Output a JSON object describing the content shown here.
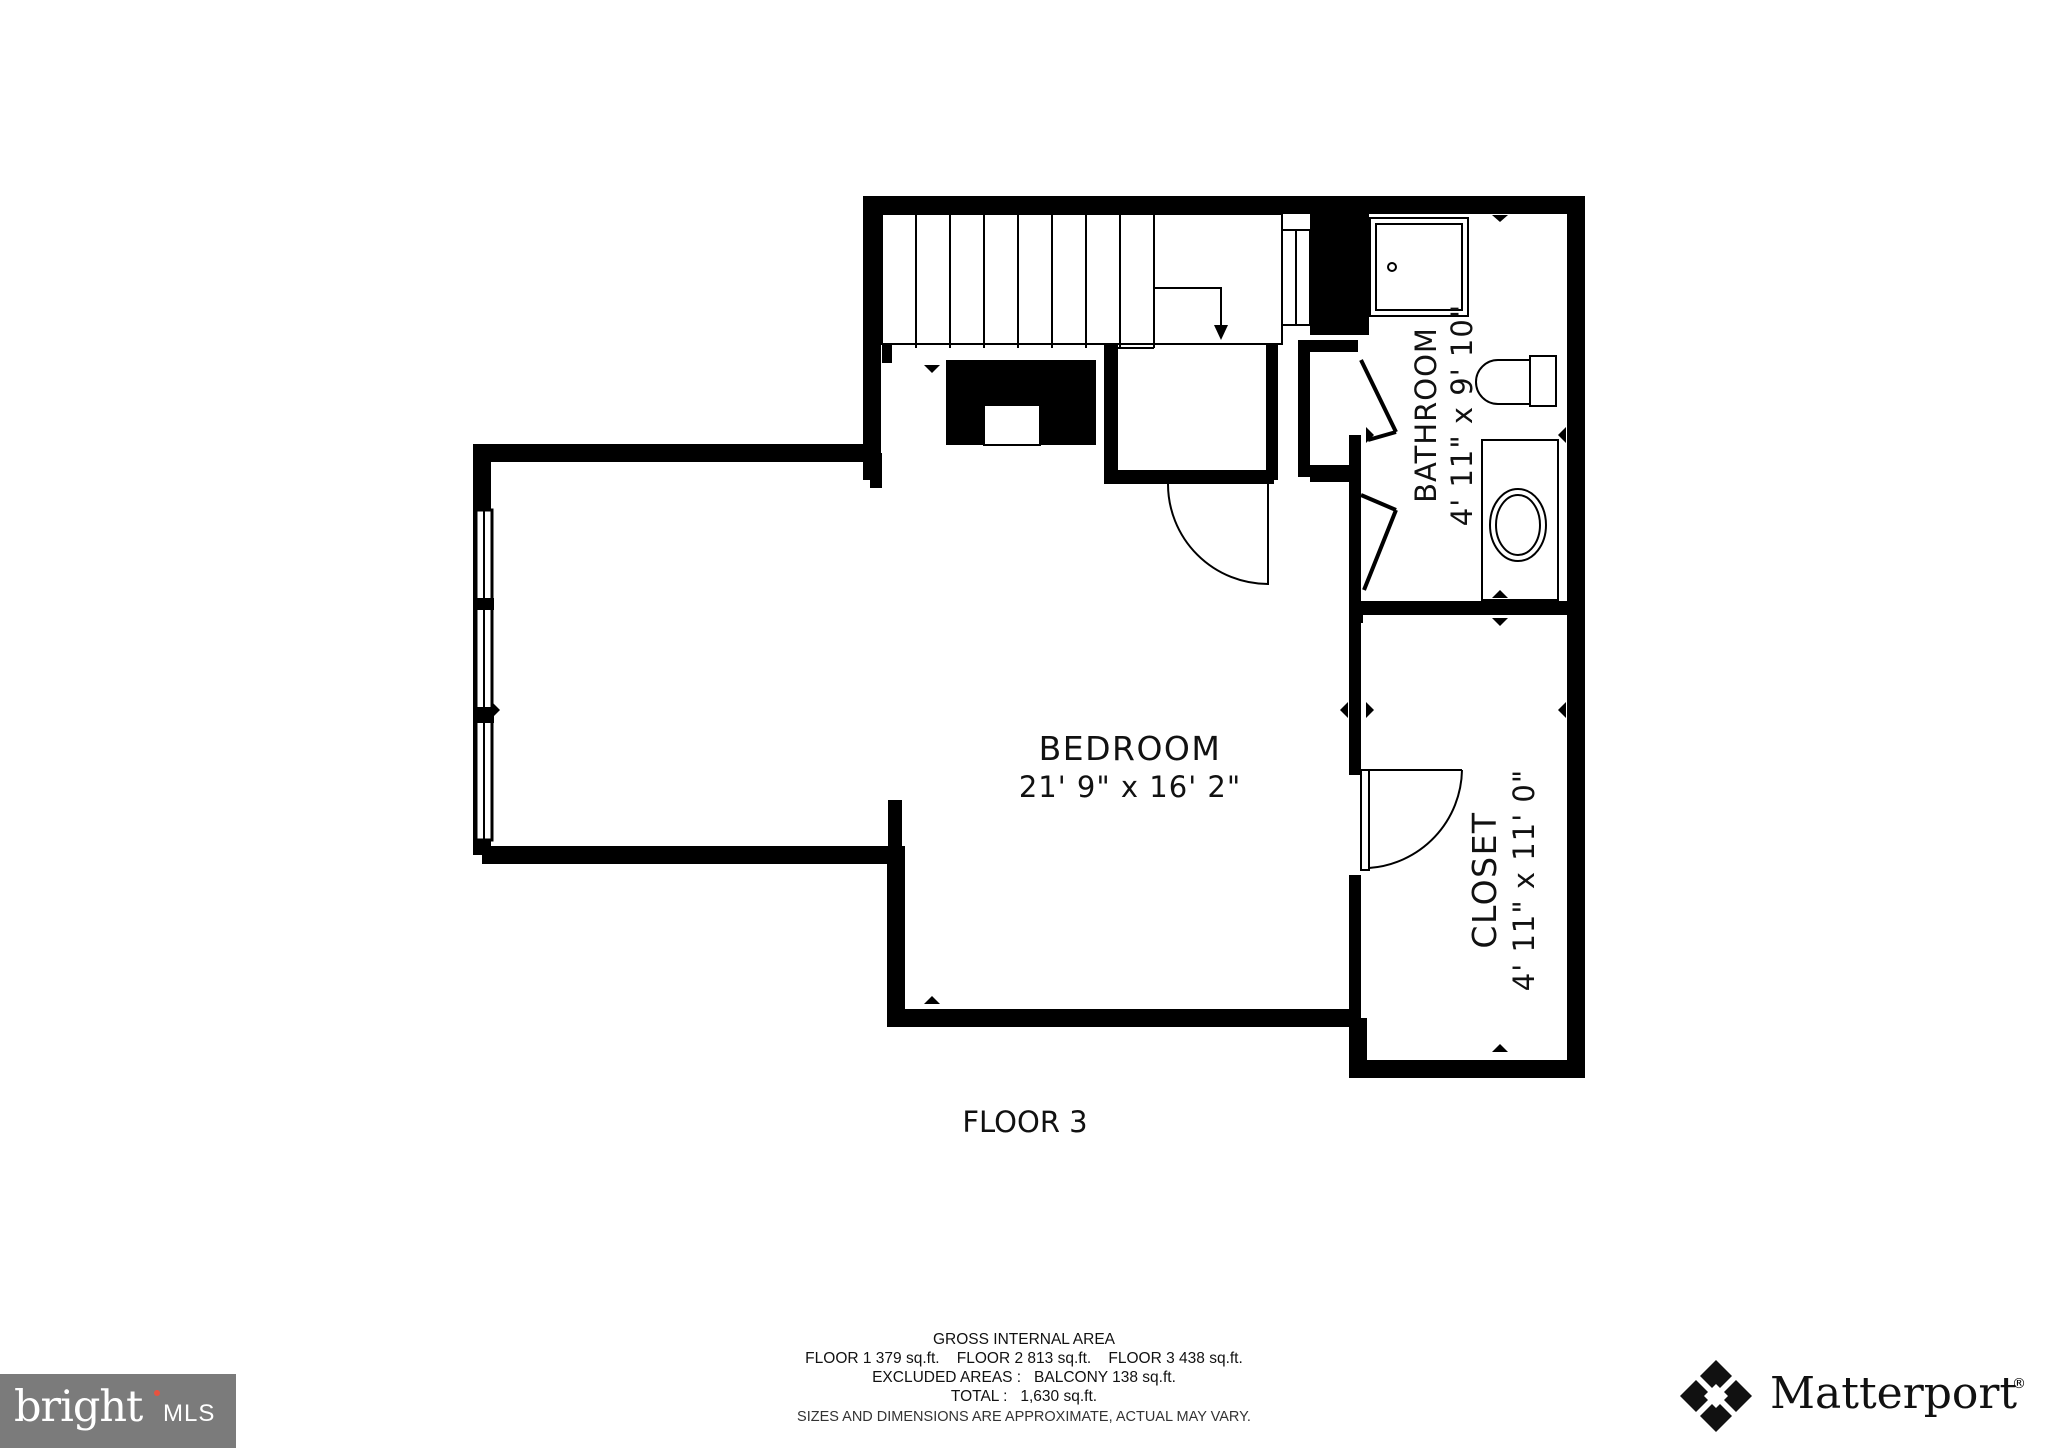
{
  "floor_label": "FLOOR 3",
  "rooms": {
    "bedroom": {
      "name": "BEDROOM",
      "dimensions": "21' 9\" x 16' 2\""
    },
    "bathroom": {
      "name": "BATHROOM",
      "dimensions": "4' 11\" x 9' 10\""
    },
    "closet": {
      "name": "CLOSET",
      "dimensions": "4' 11\" x 11' 0\""
    }
  },
  "footer": {
    "heading": "GROSS INTERNAL AREA",
    "floors_line": "FLOOR 1 379 sq.ft.    FLOOR 2 813 sq.ft.    FLOOR 3 438 sq.ft.",
    "excluded_line": "EXCLUDED AREAS :   BALCONY 138 sq.ft.",
    "total_line": "TOTAL :   1,630 sq.ft.",
    "note": "SIZES AND DIMENSIONS ARE APPROXIMATE, ACTUAL MAY VARY."
  },
  "logos": {
    "bright_mls": {
      "word": "bright",
      "suffix": "MLS",
      "bg_color": "#7b7b7b",
      "accent_color": "#e8523f"
    },
    "matterport": {
      "word": "Matterport",
      "registered": "®"
    }
  }
}
